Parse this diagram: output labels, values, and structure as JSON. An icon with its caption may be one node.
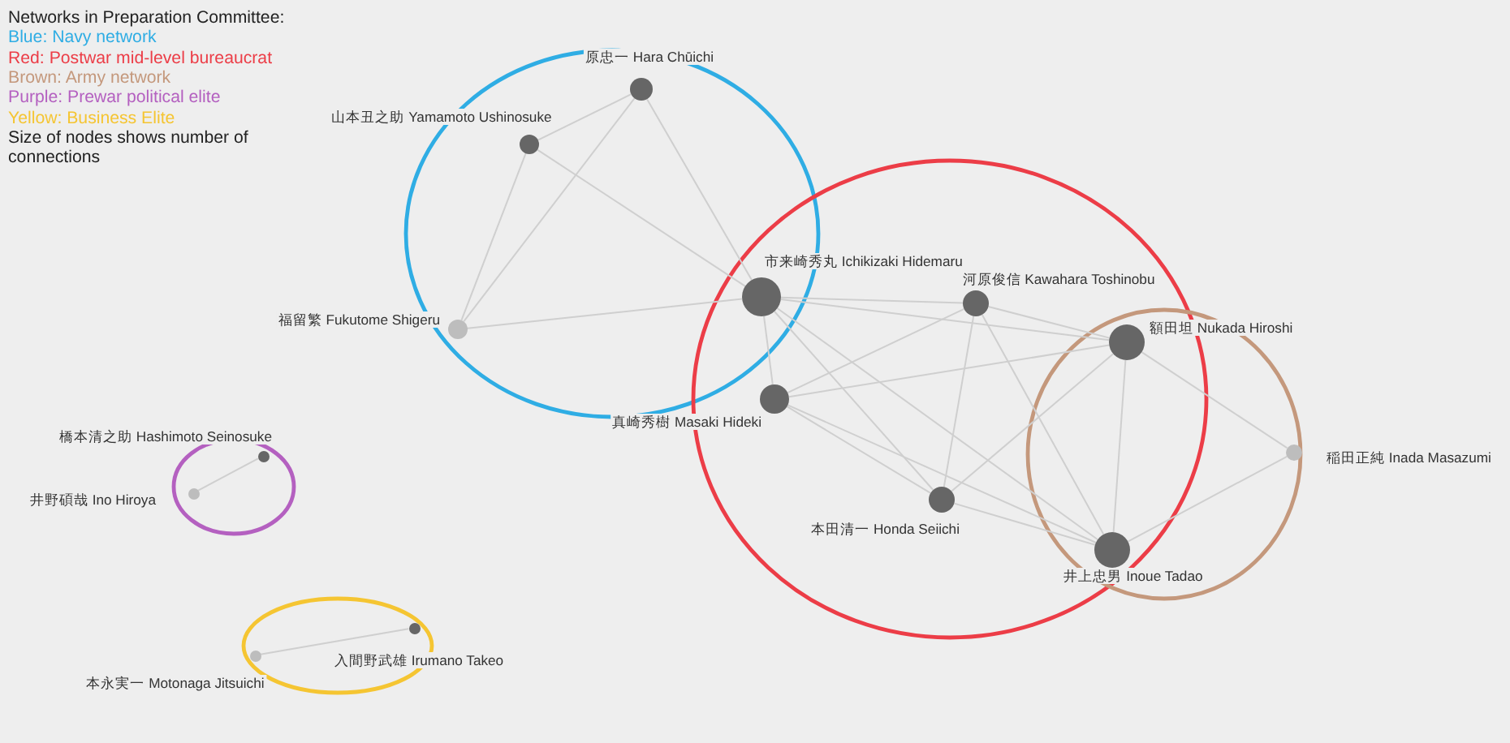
{
  "diagram": {
    "title": "Networks in Preparation Committee:",
    "nodes": [
      {
        "text": [
          "原忠一 Hara Chūichi"
        ]
      },
      {
        "text": [
          "山本丑之助 Yamamoto Ushinosuke"
        ]
      },
      {
        "text": [
          "市来崎秀丸 Ichikizaki Hidemaru"
        ]
      },
      {
        "text": [
          "福留繁 Fukutome Shigeru"
        ]
      },
      {
        "text": [
          "河原俊信 Kawahara Toshinobu"
        ]
      },
      {
        "text": [
          "額田坦 Nukada Hiroshi"
        ]
      },
      {
        "text": [
          "真崎秀樹 Masaki Hideki"
        ]
      },
      {
        "text": [
          "本田清一 Honda Seiichi"
        ]
      },
      {
        "text": [
          "稲田正純 Inada Masazumi"
        ]
      },
      {
        "text": [
          "井上忠男 Inoue Tadao"
        ]
      },
      {
        "text": [
          "橋本清之助 Hashimoto Seinosuke"
        ]
      },
      {
        "text": [
          "井野碩哉 Ino Hiroya"
        ]
      },
      {
        "text": [
          "入間野武雄 Irumano Takeo"
        ]
      },
      {
        "text": [
          "本永実一 Motonaga Jitsuichi"
        ]
      }
    ],
    "edges": [
      {
        "from": 0,
        "to": 1,
        "arrow": "none"
      },
      {
        "from": 0,
        "to": 3,
        "arrow": "none"
      },
      {
        "from": 0,
        "to": 2,
        "arrow": "none"
      },
      {
        "from": 1,
        "to": 3,
        "arrow": "none"
      },
      {
        "from": 1,
        "to": 2,
        "arrow": "none"
      },
      {
        "from": 3,
        "to": 2,
        "arrow": "none"
      },
      {
        "from": 2,
        "to": 4,
        "arrow": "none"
      },
      {
        "from": 2,
        "to": 5,
        "arrow": "none"
      },
      {
        "from": 2,
        "to": 6,
        "arrow": "none"
      },
      {
        "from": 2,
        "to": 7,
        "arrow": "none"
      },
      {
        "from": 2,
        "to": 9,
        "arrow": "none"
      },
      {
        "from": 4,
        "to": 5,
        "arrow": "none"
      },
      {
        "from": 4,
        "to": 6,
        "arrow": "none"
      },
      {
        "from": 4,
        "to": 7,
        "arrow": "none"
      },
      {
        "from": 4,
        "to": 9,
        "arrow": "none"
      },
      {
        "from": 6,
        "to": 5,
        "arrow": "none"
      },
      {
        "from": 6,
        "to": 7,
        "arrow": "none"
      },
      {
        "from": 6,
        "to": 9,
        "arrow": "none"
      },
      {
        "from": 7,
        "to": 5,
        "arrow": "none"
      },
      {
        "from": 7,
        "to": 9,
        "arrow": "none"
      },
      {
        "from": 5,
        "to": 9,
        "arrow": "none"
      },
      {
        "from": 5,
        "to": 8,
        "arrow": "none"
      },
      {
        "from": 8,
        "to": 9,
        "arrow": "none"
      },
      {
        "from": 10,
        "to": 11,
        "arrow": "none"
      },
      {
        "from": 12,
        "to": 13,
        "arrow": "none"
      }
    ],
    "labels": [
      "Size of nodes shows number of connections"
    ],
    "legend": [
      {
        "text": "Blue: Navy network",
        "color": "#2fade4"
      },
      {
        "text": "Red: Postwar mid-level bureaucrat",
        "color": "#ec3d47"
      },
      {
        "text": "Brown: Army network",
        "color": "#c4987c"
      },
      {
        "text": "Purple: Prewar political elite",
        "color": "#b460c0"
      },
      {
        "text": "Yellow: Business Elite",
        "color": "#f5c532"
      }
    ]
  }
}
